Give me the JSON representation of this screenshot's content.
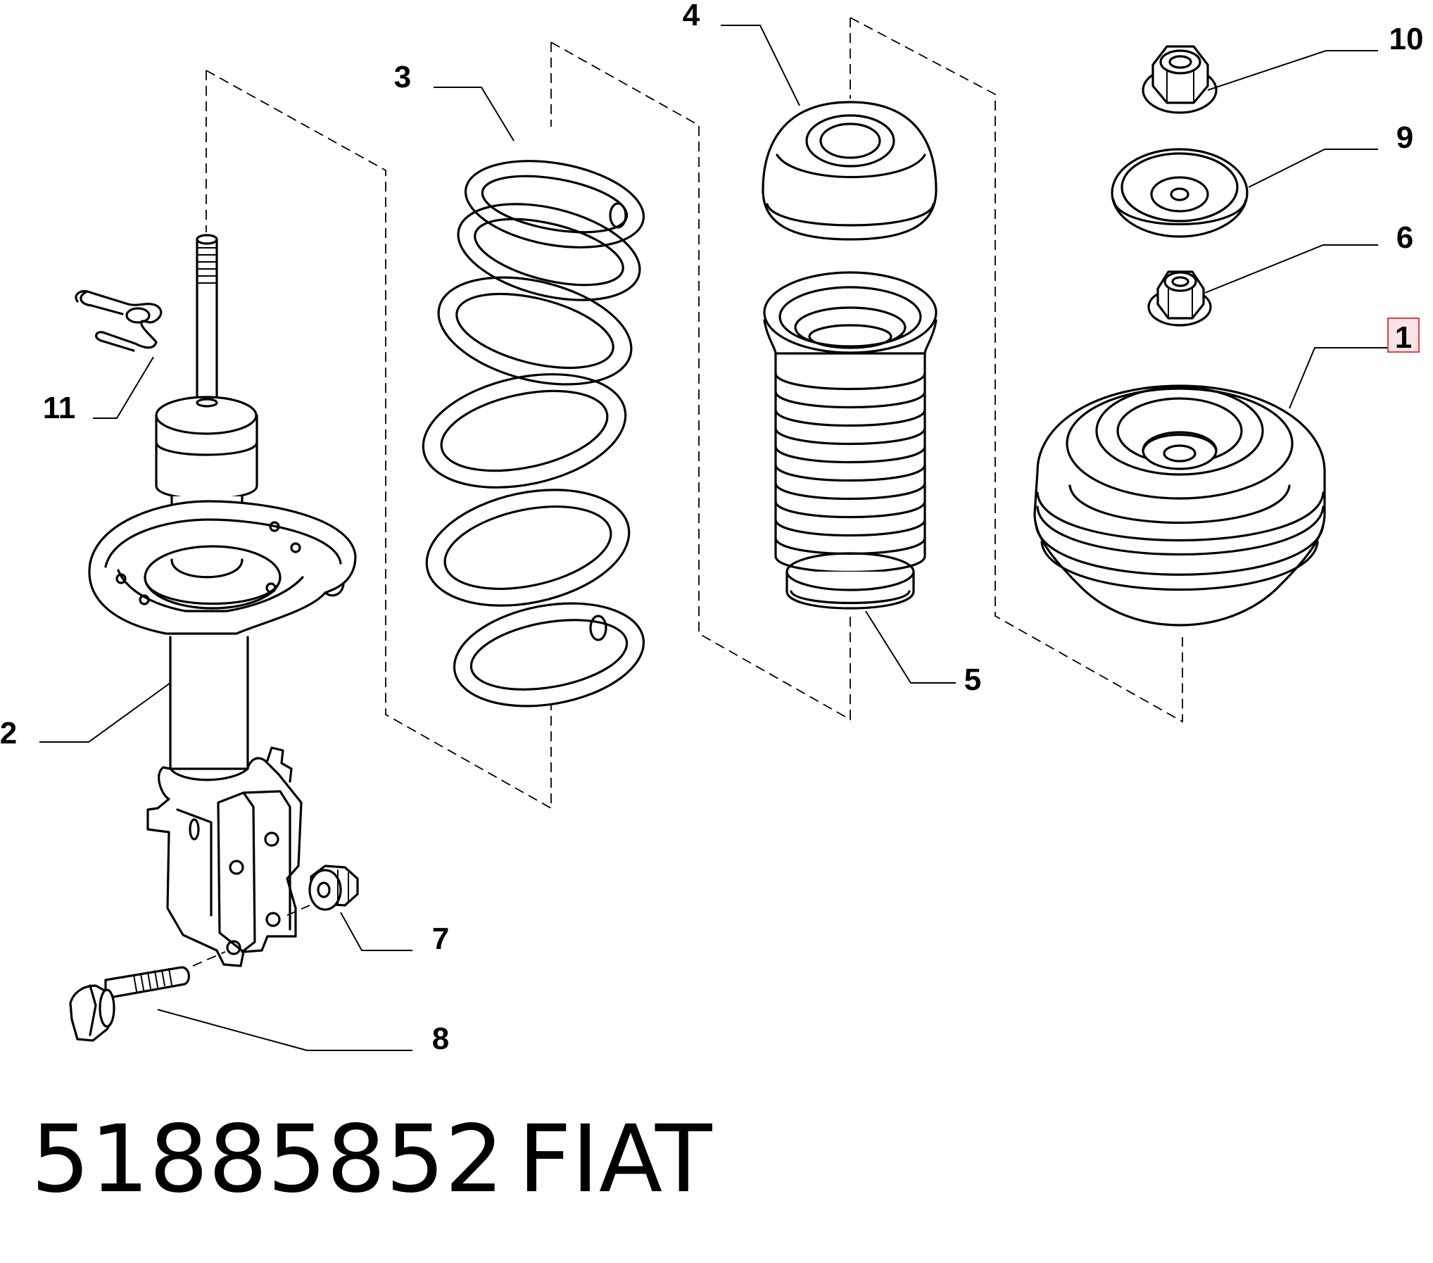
{
  "callouts": {
    "c1": "1",
    "c2": "2",
    "c3": "3",
    "c4": "4",
    "c5": "5",
    "c6": "6",
    "c7": "7",
    "c8": "8",
    "c9": "9",
    "c10": "10",
    "c11": "11"
  },
  "caption": {
    "part_number": "51885852",
    "brand": "FIAT"
  },
  "colors": {
    "line": "#000000",
    "highlight_border": "#d9434c",
    "highlight_fill": "#fbe3e4"
  }
}
